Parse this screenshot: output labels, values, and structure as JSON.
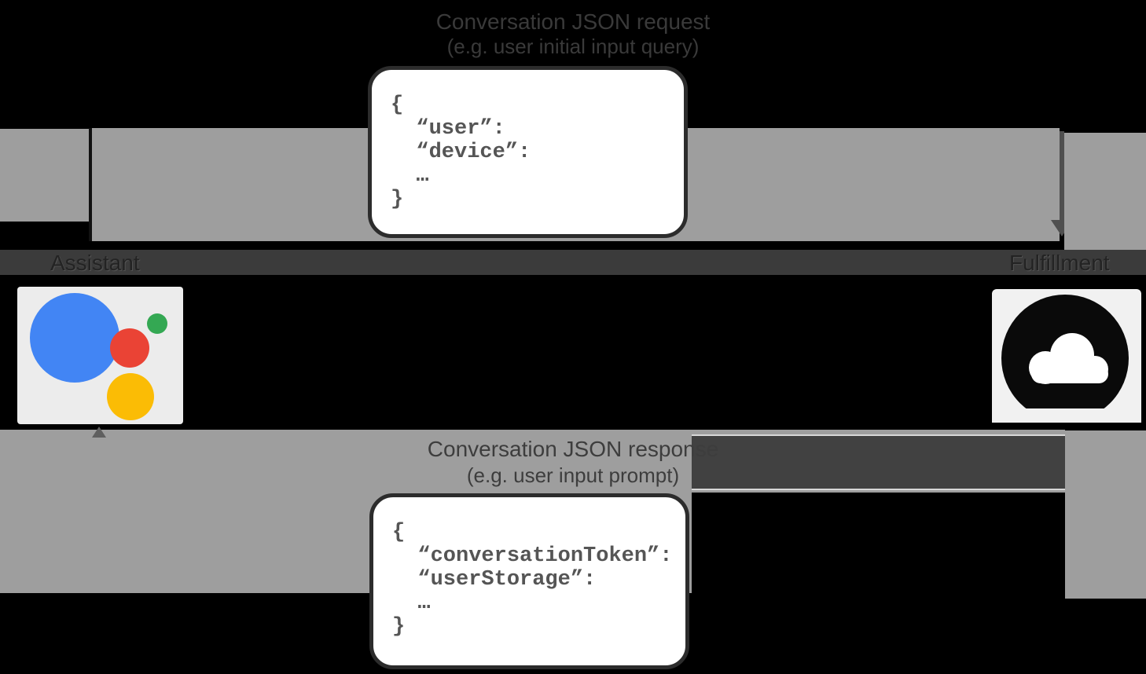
{
  "request": {
    "caption_line1": "Conversation JSON request",
    "caption_line2": "(e.g. user initial input query)",
    "json_text": "{\n  “user”:\n  “device”:\n  …\n}"
  },
  "response": {
    "caption_line1": "Conversation JSON response",
    "caption_line2": "(e.g. user input prompt)",
    "json_text": "{\n  “conversationToken”:\n  “userStorage”:\n  …\n}"
  },
  "actors": {
    "assistant_label": "Assistant",
    "fulfillment_label": "Fulfillment"
  },
  "icons": {
    "assistant": "google-assistant-logo",
    "fulfillment": "cloud-glyph"
  },
  "colors": {
    "assistant_blue": "#4285F4",
    "assistant_green": "#34A853",
    "assistant_red": "#EA4335",
    "assistant_yellow": "#FBBC05",
    "flow_band_gray": "#9e9e9e",
    "actor_band_gray": "#3b3b3b",
    "arrow_stroke": "#4f4f4f",
    "json_box_bg": "#ffffff",
    "json_text": "#555555",
    "background": "#000000"
  }
}
